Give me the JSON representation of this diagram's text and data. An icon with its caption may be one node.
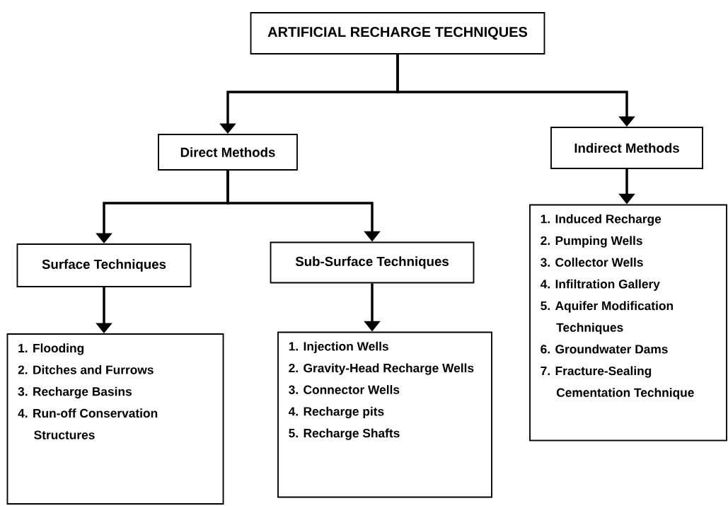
{
  "diagram": {
    "nodes": [
      {
        "text": [
          "ARTIFICIAL RECHARGE TECHNIQUES"
        ]
      },
      {
        "text": [
          "Direct Methods"
        ]
      },
      {
        "text": [
          "Indirect Methods"
        ]
      },
      {
        "text": [
          "Surface Techniques"
        ]
      },
      {
        "text": [
          "Sub-Surface Techniques"
        ]
      },
      {
        "text": [
          "1. Flooding",
          "2. Ditches and Furrows",
          "3. Recharge Basins",
          "4. Run-off Conservation Structures"
        ]
      },
      {
        "text": [
          "1. Injection Wells",
          "2. Gravity-Head Recharge Wells",
          "3. Connector Wells",
          "4. Recharge pits",
          "5. Recharge Shafts"
        ]
      },
      {
        "text": [
          "1. Induced Recharge",
          "2. Pumping Wells",
          "3. Collector Wells",
          "4. Infiltration Gallery",
          "5. Aquifer Modification Techniques",
          "6. Groundwater Dams",
          "7. Fracture-Sealing Cementation Technique"
        ]
      }
    ],
    "edges": [
      {
        "from": 0,
        "to": 1,
        "arrow": "to"
      },
      {
        "from": 0,
        "to": 2,
        "arrow": "to"
      },
      {
        "from": 1,
        "to": 3,
        "arrow": "to"
      },
      {
        "from": 1,
        "to": 4,
        "arrow": "to"
      },
      {
        "from": 3,
        "to": 5,
        "arrow": "to"
      },
      {
        "from": 4,
        "to": 6,
        "arrow": "to"
      },
      {
        "from": 2,
        "to": 7,
        "arrow": "to"
      }
    ]
  }
}
